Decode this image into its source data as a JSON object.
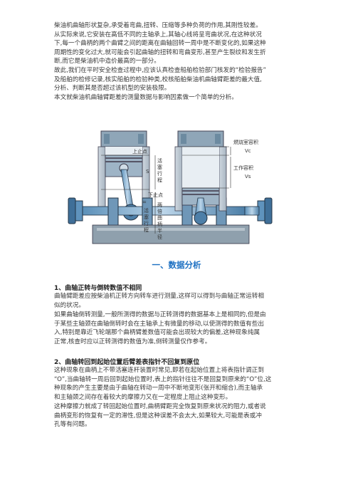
{
  "intro": {
    "lines": [
      "柴油机曲轴形状复杂,承受着弯曲,扭转、压缩等多种负荷的作用,其刚性较差。",
      "从实际来说,它安装在高低不同的主轴承上,其轴心线将呈弯曲状况,在这种状况",
      "下,每一个曲柄的两个曲臂之间的距离在曲轴回转一周中是不断变化的,如果这种",
      "周期性的变化过大,就可能会引起曲轴的扭转和弯曲变形,甚至产生裂纹和发生折",
      "断,而它是柴油机中造价最高的一部分。",
      "故此,我们在平时安全检查过程中,应该认真检查船舶检验部门核发的“检验报告”",
      "及船舶的检修记录,核实船舶的检验种类,校核船舶柴油机曲轴臂距差的最大值,",
      "分析、判断其是否超过该机型的安装极限。",
      "本文就柴油机曲轴臂距差的测量数据与影响因素做一个简单的分析。"
    ]
  },
  "figure": {
    "labels": {
      "top_dead_center": "上止点",
      "piston_stroke": "活塞行程",
      "s_symbol": "S",
      "bottom_dead_center": "下止点",
      "crank_radius": "两倍曲柄半径",
      "equals_piston_stroke": "=活塞行程",
      "combustion_volume": "燃烧室容积",
      "vc": "Vc",
      "working_volume": "工作容积",
      "vs": "Vs"
    }
  },
  "section_title": "一、数据分析",
  "sections": [
    {
      "heading": "1、曲轴正转与倒转数值不相同",
      "paragraphs": [
        [
          "曲轴臂距差应按柴油机正转方向转车进行测量,这样可以得到与曲轴正常运转相",
          "似的状况。"
        ],
        [
          "如果曲轴倒转测量,一般所测得的数据与正转测得的数据基本上是相同的,但是由",
          "于某些主轴颈在曲轴倒转时会在主轴承上有微量的移动,以使测得的数值有些出",
          "入,特别是靠近飞轮端那个曲柄臂差数值可能会出现较大的偏差,这种现象纯属",
          "正常,核查时应以正转测得的数值为准,倒转测量仅作参考。"
        ]
      ]
    },
    {
      "heading": "2、曲轴转回到起始位置后臂差表指针不回复到原位",
      "paragraphs": [
        [
          "这种现象在曲柄上不带活塞连杆装置时常见,即若在起始位置上将表指针调正到",
          "“O”,当曲轴转一周后回到起始位置时,表上的指针往往不是回复到原来的“O”位,这",
          "种现象的产生主要是由于曲轴在转动一周中不断地变形(张开和缩合),而主轴承",
          "和主轴颈之间存在着较大的摩擦力又在一定程度上阻止这种变形。"
        ],
        [
          "这种摩擦力就成了转回起始位置时,曲柄臂距完全恢复到原来状况的阻力,或者说",
          "曲柄变形的恢复有一定的滞性,但是这种误差不会太大,如果较大,可能是表或冲",
          "孔等有问题。"
        ]
      ]
    }
  ]
}
